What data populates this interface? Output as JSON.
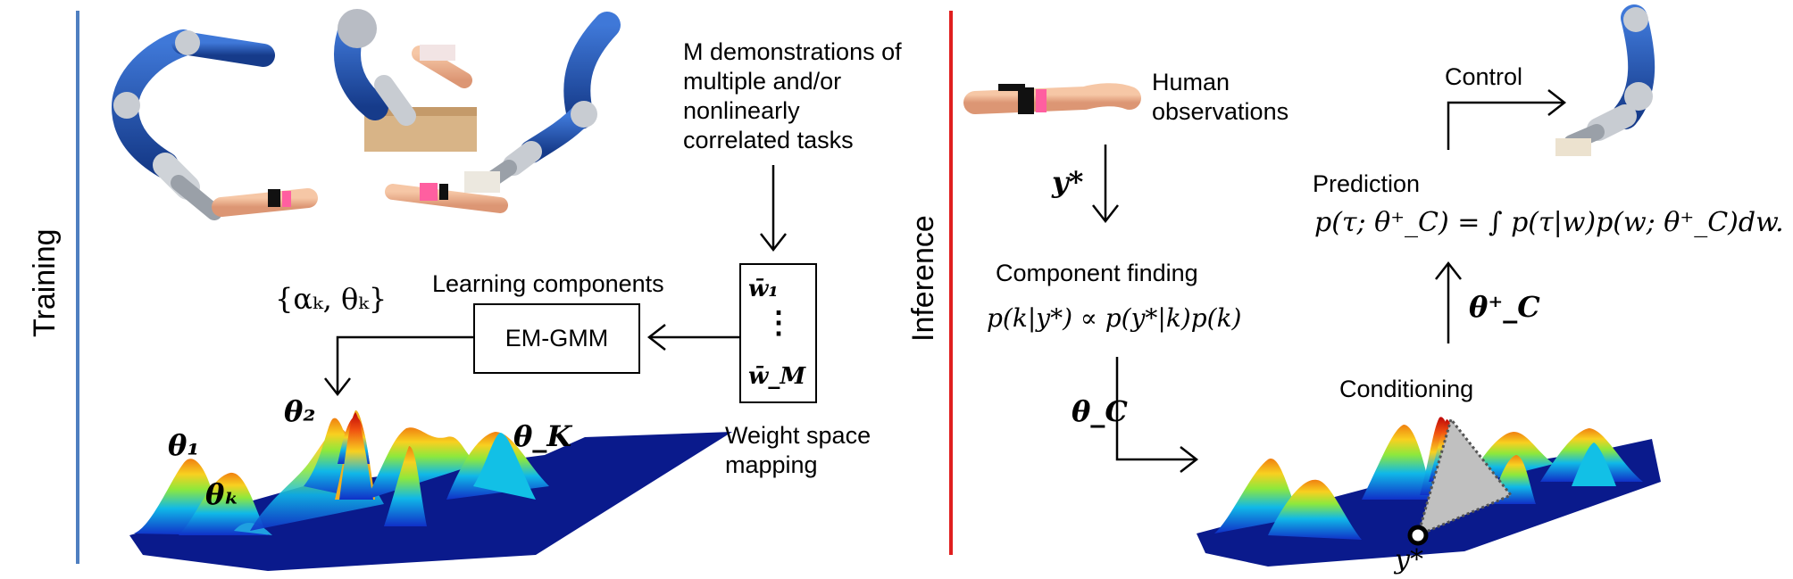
{
  "training": {
    "side_label": "Training",
    "demos_text": [
      "M demonstrations of",
      "multiple and/or",
      "nonlinearly",
      "correlated tasks"
    ],
    "weight_space_text": [
      "Weight space",
      "mapping"
    ],
    "w1": "w̄₁",
    "wdots": "⋮",
    "wM": "w̄_M",
    "learning_label": "Learning components",
    "em_gmm_label": "EM-GMM",
    "params_label": "{αₖ, θₖ}",
    "theta_1": "θ₁",
    "theta_k": "θₖ",
    "theta_2": "θ₂",
    "theta_K": "θ_K"
  },
  "inference": {
    "side_label": "Inference",
    "human_obs_text": [
      "Human",
      "observations"
    ],
    "y_star": "y*",
    "component_finding_label": "Component finding",
    "component_finding_formula": "p(k|y*) ∝ p(y*|k)p(k)",
    "theta_C": "θ_C",
    "conditioning_label": "Conditioning",
    "theta_C_plus": "θ⁺_C",
    "prediction_label": "Prediction",
    "prediction_formula": "p(τ; θ⁺_C) = ∫ p(τ|w)p(w; θ⁺_C)dw.",
    "control_label": "Control",
    "y_star_bottom": "y*"
  },
  "colors": {
    "divider_blue": "#4f7fc0",
    "divider_red": "#e01e1e",
    "robot_blue": "#1f4fa8",
    "surface_base": "#0a1a8c",
    "peak_red": "#e11",
    "skin": "#f0b28f"
  }
}
